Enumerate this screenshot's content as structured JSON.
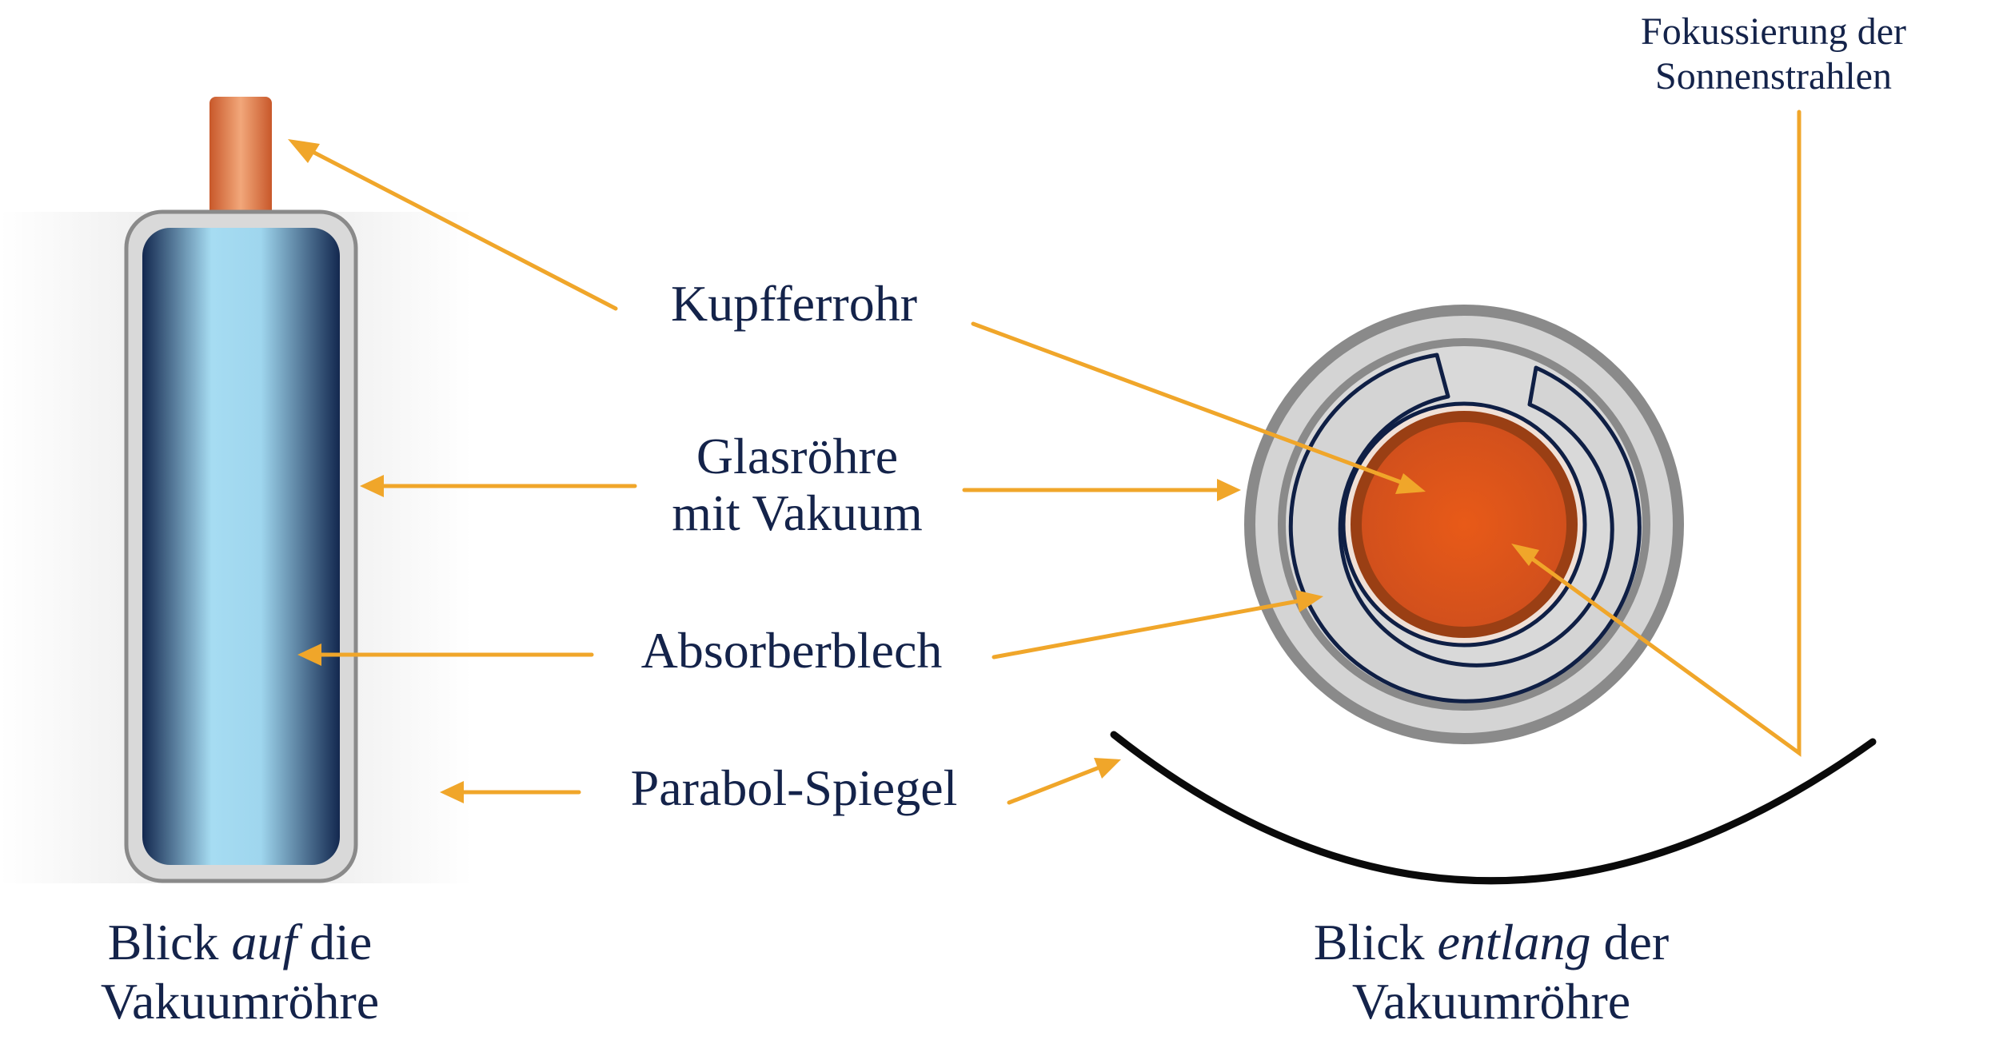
{
  "labels": {
    "copper_pipe": "Kupfferrohr",
    "glass_tube_line1": "Glasröhre",
    "glass_tube_line2": "mit Vakuum",
    "absorber": "Absorberblech",
    "mirror": "Parabol-Spiegel",
    "focus_line1": "Fokussierung der",
    "focus_line2": "Sonnenstrahlen"
  },
  "captions": {
    "left": {
      "pre": "Blick ",
      "em": "auf",
      "post": " die",
      "line2": "Vakuumröhre"
    },
    "right": {
      "pre": "Blick ",
      "em": "entlang",
      "post": " der",
      "line2": "Vakuumröhre"
    }
  },
  "colors": {
    "text": "#14234a",
    "arrow": "#f0a62a",
    "copper": "#e0733a",
    "copper_core": "#e8561a",
    "copper_ring": "#9a3f14",
    "tube_blue_light": "#a6dcf2",
    "tube_blue_dark": "#13284f",
    "glass_gray": "#d9d9d9",
    "glass_stroke": "#8a8a8a",
    "absorber_stroke": "#0f1f45",
    "mirror": "#0a0a0a"
  }
}
